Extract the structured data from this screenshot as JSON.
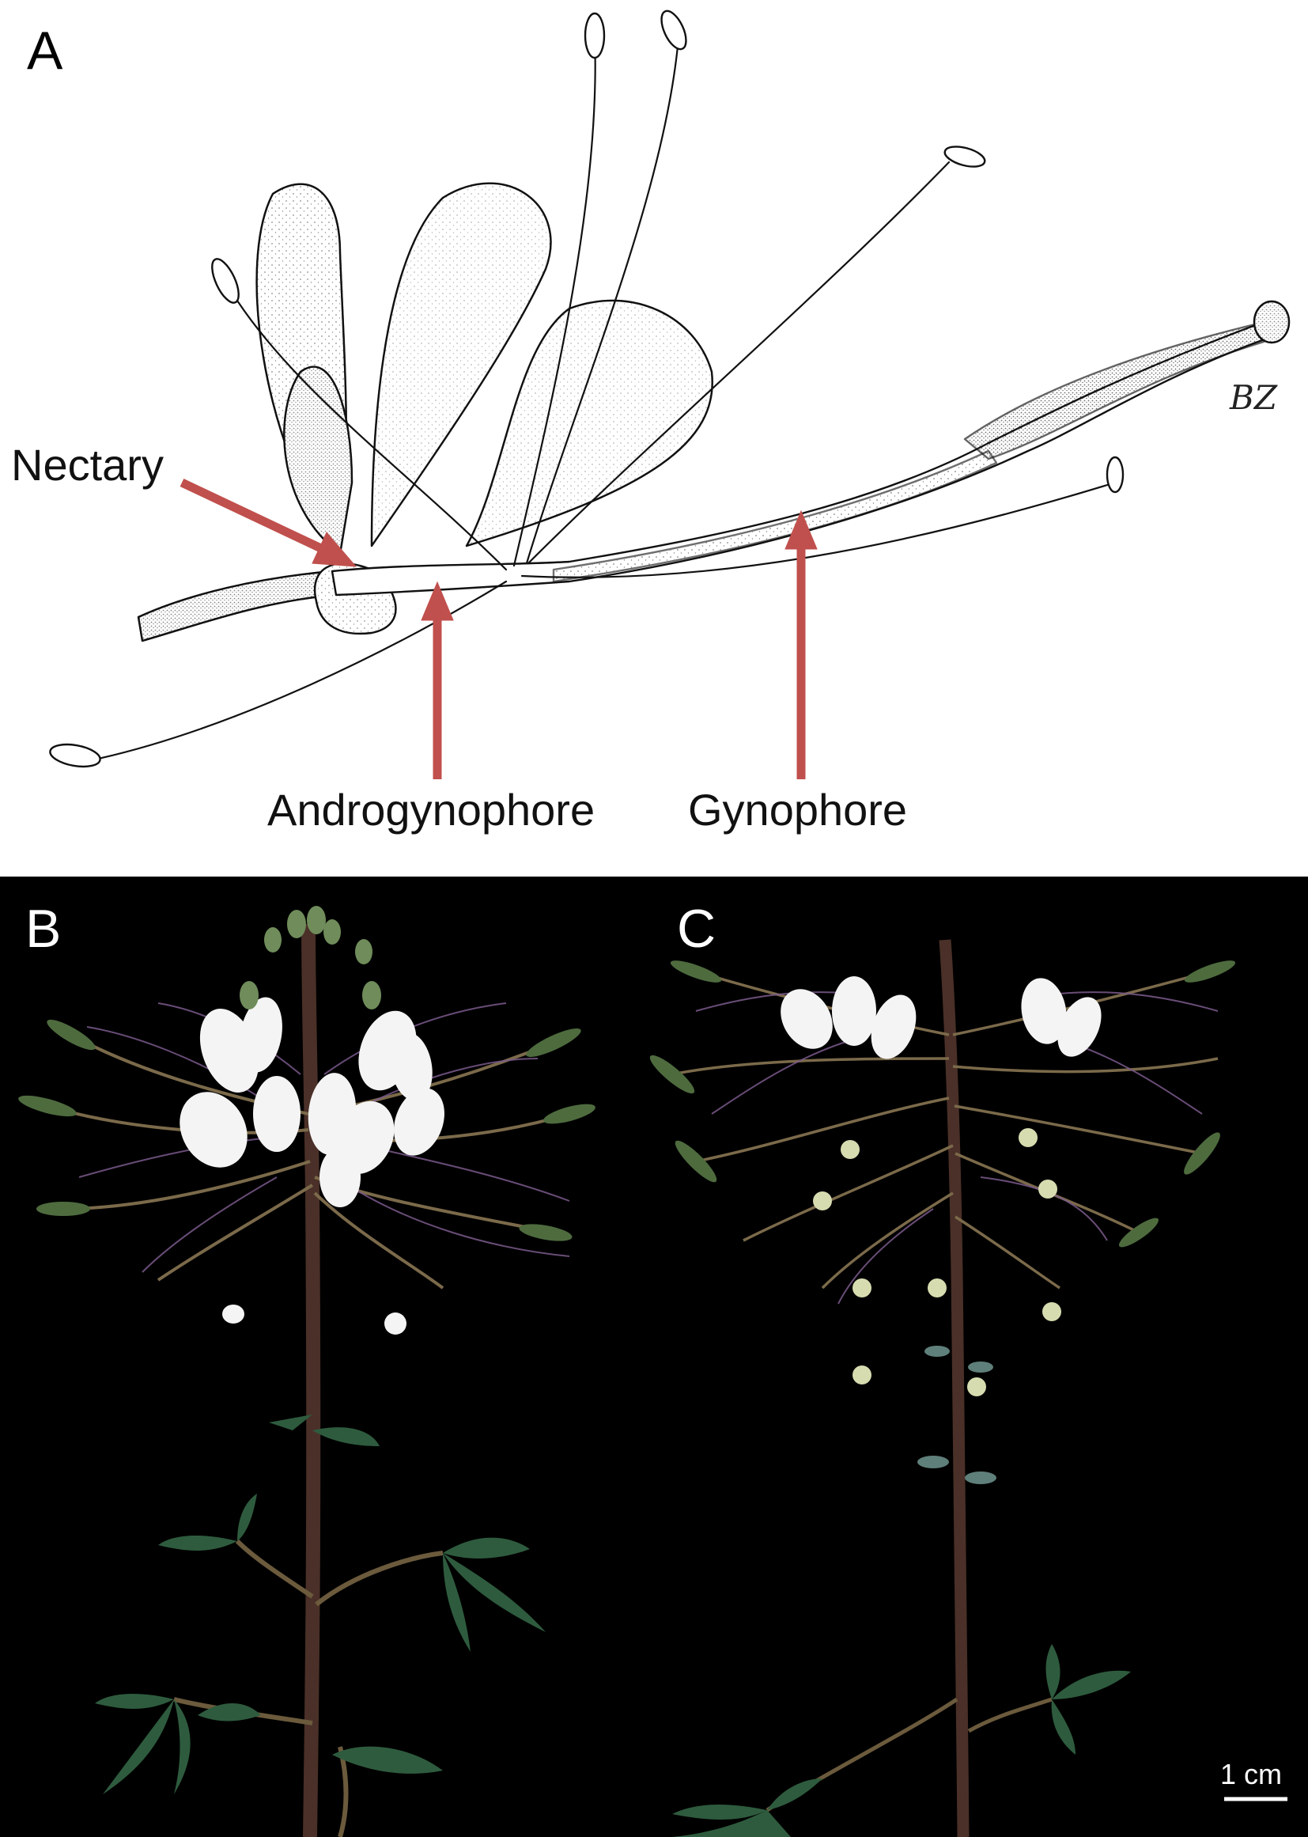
{
  "figure": {
    "panels": [
      {
        "letter": "A",
        "content": "line-drawing"
      },
      {
        "letter": "B",
        "content": "photograph"
      },
      {
        "letter": "C",
        "content": "photograph"
      }
    ],
    "callouts": {
      "nectary": "Nectary",
      "androgynophore": "Androgynophore",
      "gynophore": "Gynophore"
    },
    "signature": "BZ",
    "scale_bar": {
      "label": "1 cm"
    },
    "colors": {
      "arrow": "#c0504d",
      "panel_a_background": "#ffffff",
      "photo_background": "#000000",
      "flower_white": "#f4f4f4",
      "stamen_purple": "#7b5a8c",
      "leaf_green": "#2e5b3e",
      "stem_brown": "#4a3028"
    }
  }
}
